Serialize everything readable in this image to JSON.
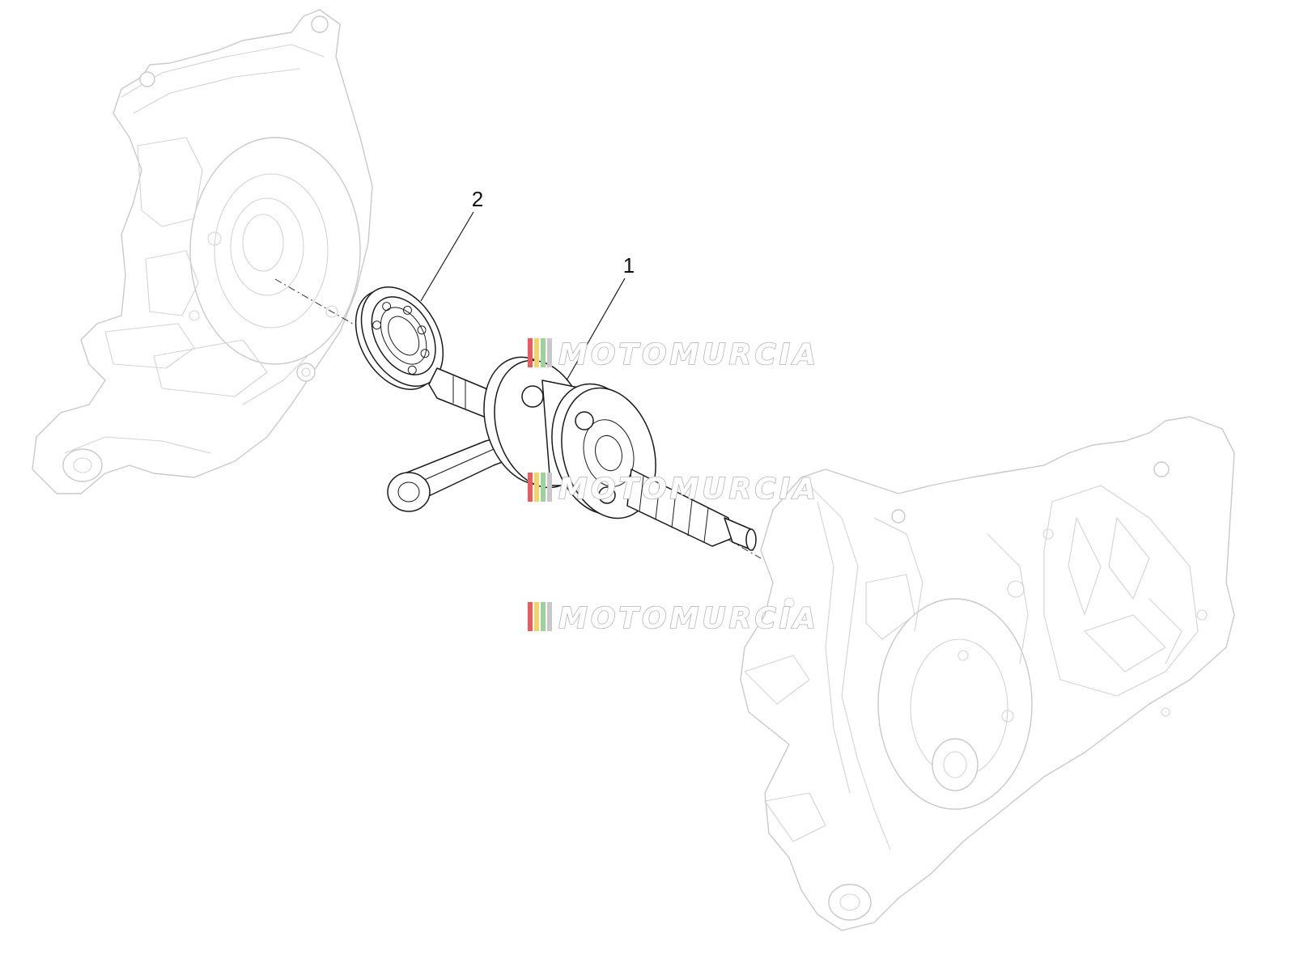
{
  "callouts": [
    {
      "id": "1",
      "label": "1"
    },
    {
      "id": "2",
      "label": "2"
    }
  ],
  "watermark": {
    "text": "MOTOMURCIA",
    "stripe_colors": [
      "#e85c5c",
      "#f2d36b",
      "#9cd39c",
      "#c9c9c9"
    ],
    "outline_color": "#b5b5b5"
  },
  "colors": {
    "part_stroke": "#1a1a1a",
    "ghost_stroke": "#c9c9c9",
    "background": "#ffffff"
  }
}
